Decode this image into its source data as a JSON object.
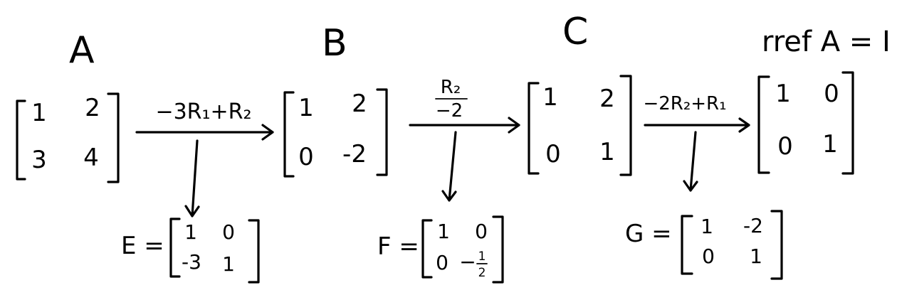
{
  "labels": {
    "a": "A",
    "b": "B",
    "c": "C",
    "title": "rref A = I"
  },
  "matrices": {
    "A": [
      "1",
      "2",
      "3",
      "4"
    ],
    "B": [
      "1",
      "2",
      "0",
      "-2"
    ],
    "C": [
      "1",
      "2",
      "0",
      "1"
    ],
    "I": [
      "1",
      "0",
      "0",
      "1"
    ]
  },
  "operations": {
    "op1": "−3R₁+R₂",
    "op2_num": "R₂",
    "op2_den": "−2",
    "op3": "−2R₂+R₁"
  },
  "elementary": {
    "E": {
      "label": "E =",
      "entries": [
        "1",
        "0",
        "-3",
        "1"
      ]
    },
    "F": {
      "label": "F =",
      "entries": [
        "1",
        "0",
        "0",
        "−",
        "1",
        "2"
      ]
    },
    "G": {
      "label": "G =",
      "entries": [
        "1",
        "-2",
        "0",
        "1"
      ]
    }
  }
}
